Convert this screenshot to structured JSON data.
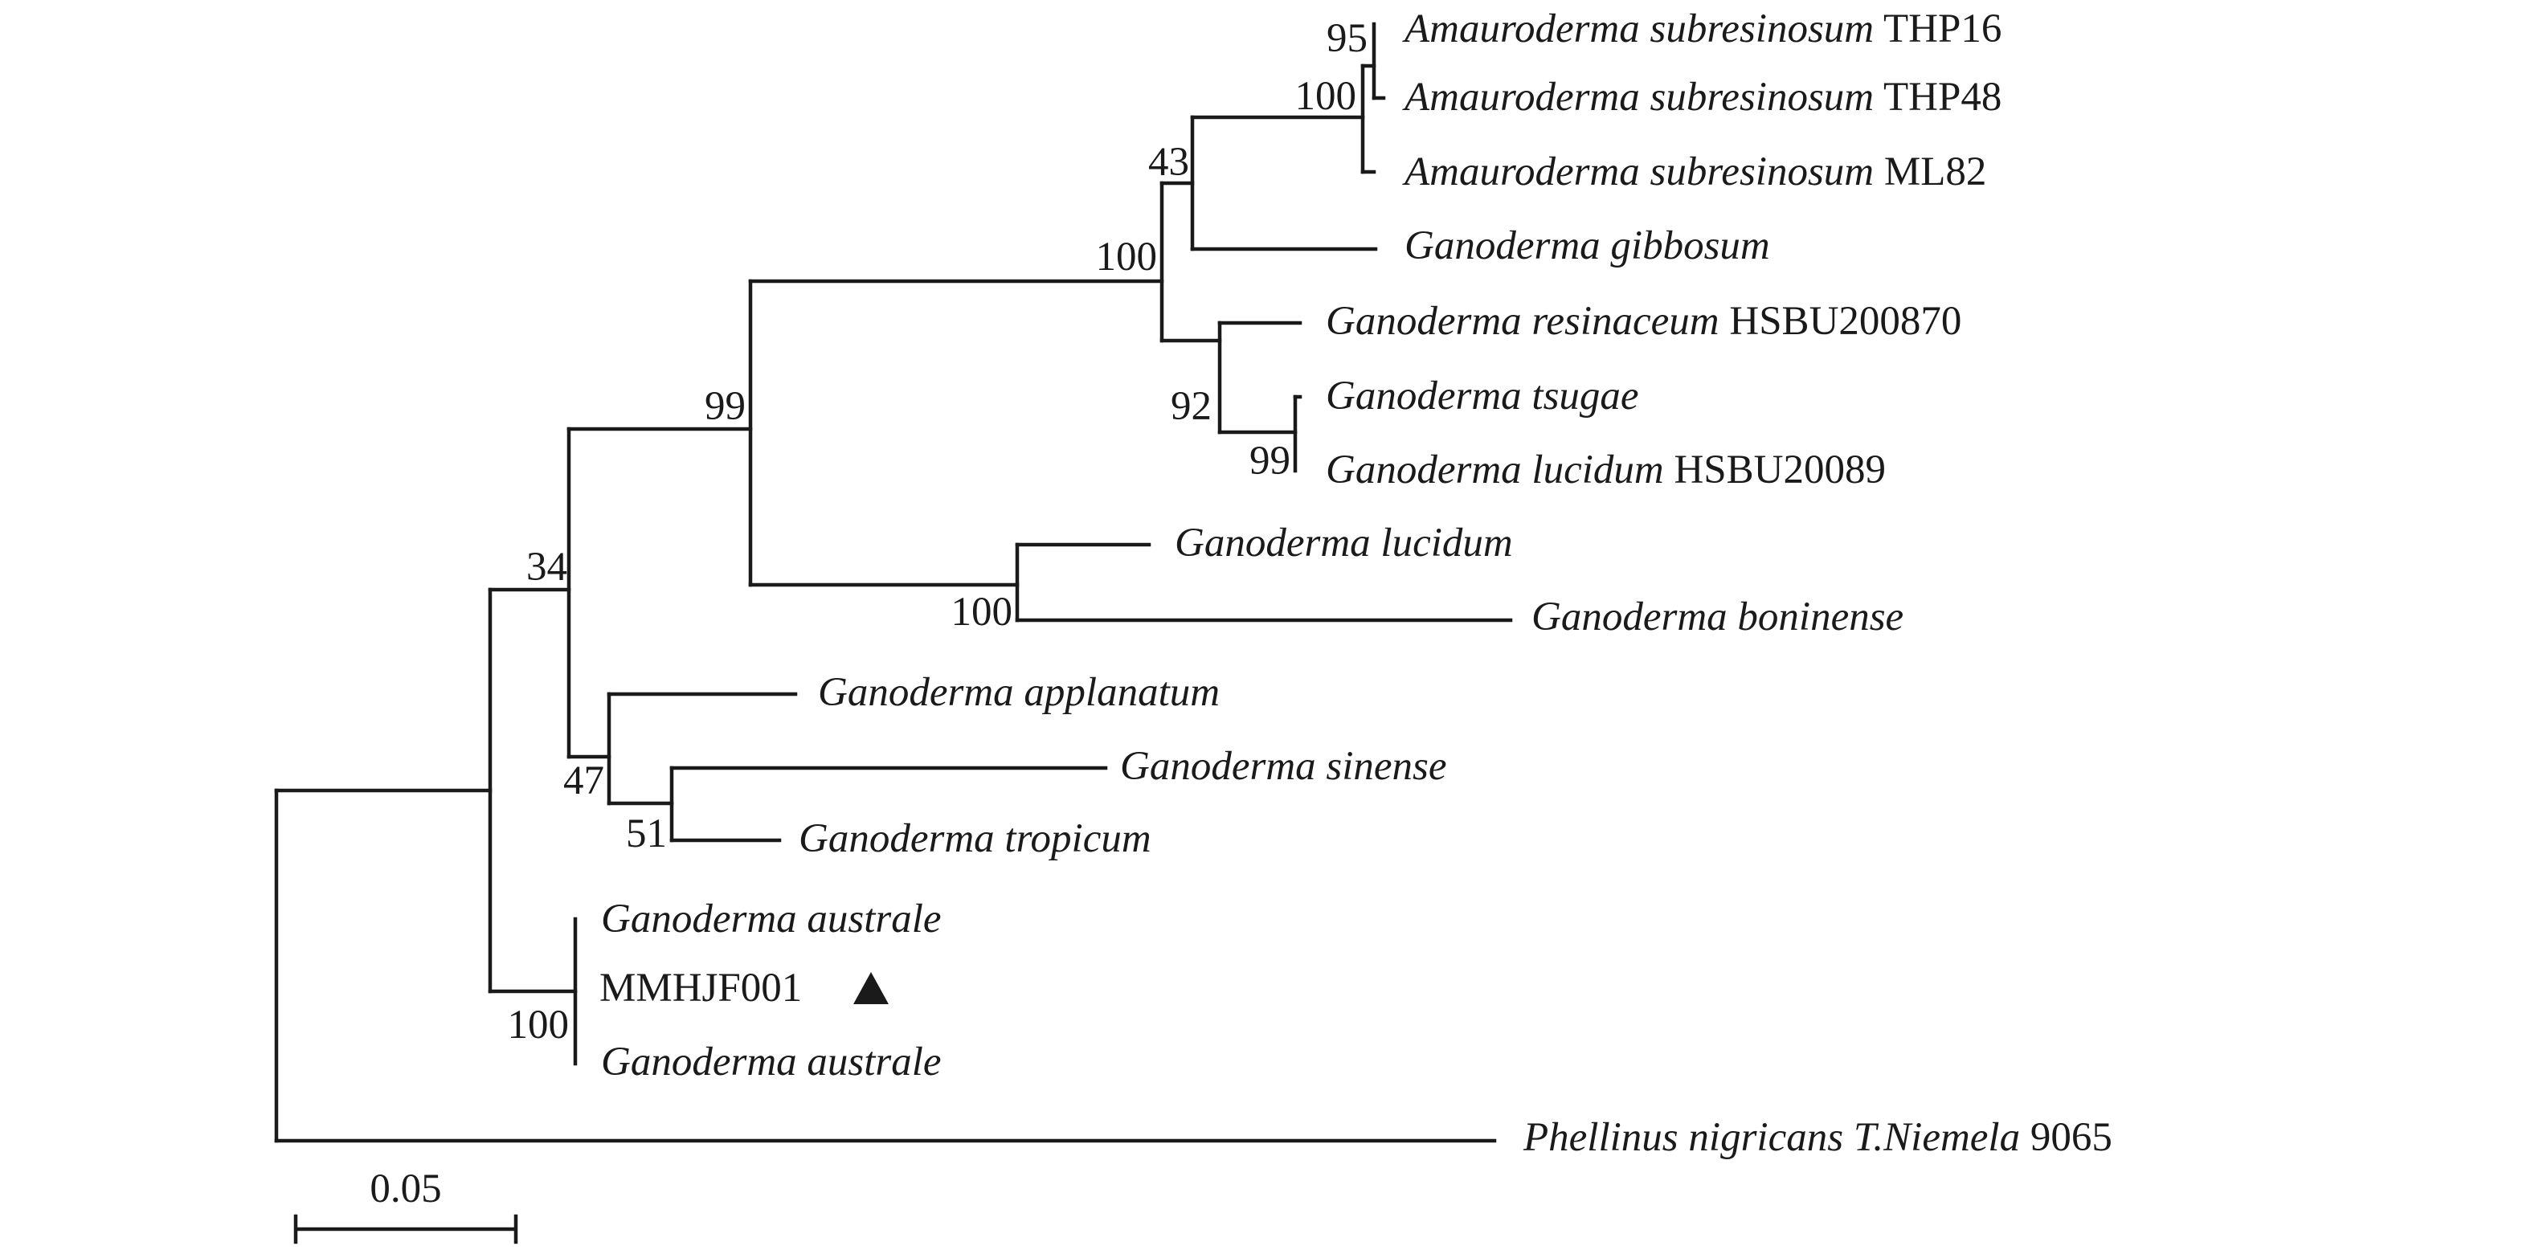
{
  "leaves": {
    "l1": {
      "italic": "Amauroderma subresinosum",
      "suffix": "THP16"
    },
    "l2": {
      "italic": "Amauroderma subresinosum",
      "suffix": "THP48"
    },
    "l3": {
      "italic": "Amauroderma subresinosum",
      "suffix": "ML82"
    },
    "l4": {
      "italic": "Ganoderma gibbosum",
      "suffix": ""
    },
    "l5": {
      "italic": "Ganoderma resinaceum",
      "suffix": "HSBU200870"
    },
    "l6": {
      "italic": "Ganoderma tsugae",
      "suffix": ""
    },
    "l7": {
      "italic": "Ganoderma lucidum",
      "suffix": "HSBU20089"
    },
    "l8": {
      "italic": "Ganoderma lucidum",
      "suffix": ""
    },
    "l9": {
      "italic": "Ganoderma boninense",
      "suffix": ""
    },
    "l10": {
      "italic": "Ganoderma applanatum",
      "suffix": ""
    },
    "l11": {
      "italic": "Ganoderma sinense",
      "suffix": ""
    },
    "l12": {
      "italic": "Ganoderma tropicum",
      "suffix": ""
    },
    "l13": {
      "italic": "Ganoderma australe",
      "suffix": ""
    },
    "l14": {
      "italic": "",
      "suffix": "MMHJF001"
    },
    "l15": {
      "italic": "Ganoderma australe",
      "suffix": ""
    },
    "l16": {
      "italic": "Phellinus nigricans T.Niemela",
      "suffix": "9065"
    }
  },
  "bootstrap": {
    "b95": "95",
    "b100a": "100",
    "b43": "43",
    "b100b": "100",
    "b92": "92",
    "b99a": "99",
    "b99b": "99",
    "b100c": "100",
    "b34": "34",
    "b47": "47",
    "b51": "51",
    "b100d": "100"
  },
  "scale": {
    "label": "0.05"
  },
  "highlight_marker": "triangle"
}
